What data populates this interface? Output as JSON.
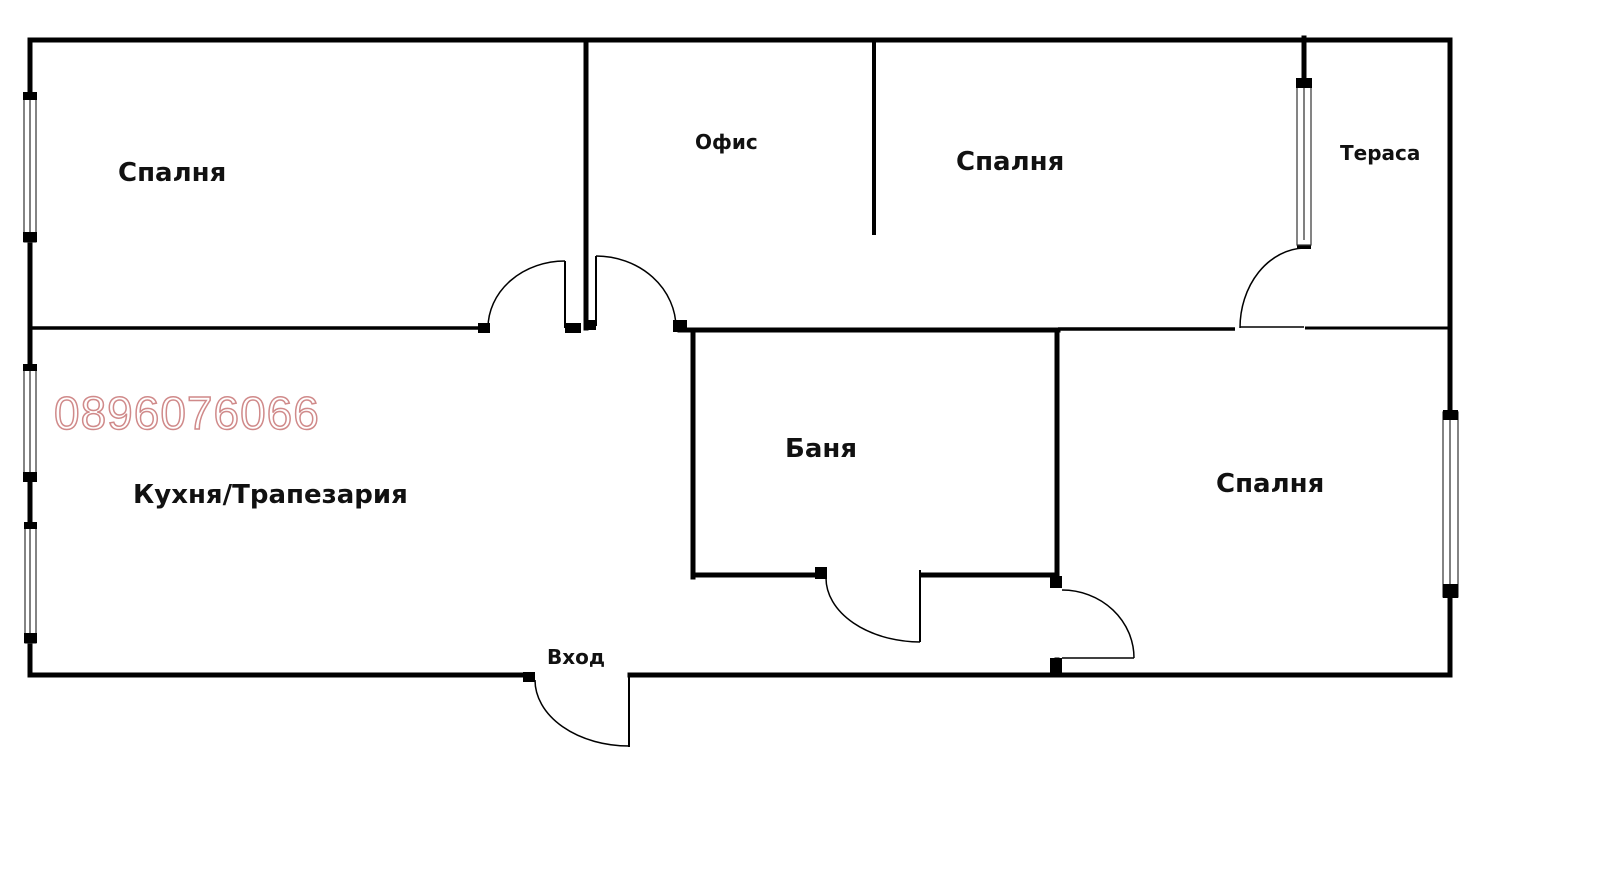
{
  "floor_plan": {
    "rooms": [
      {
        "id": "bedroom-1",
        "label": "Спалня"
      },
      {
        "id": "office",
        "label": "Офис"
      },
      {
        "id": "bedroom-2",
        "label": "Спалня"
      },
      {
        "id": "terrace",
        "label": "Тераса"
      },
      {
        "id": "kitchen-dining",
        "label": "Кухня/Трапезария"
      },
      {
        "id": "bathroom",
        "label": "Баня"
      },
      {
        "id": "bedroom-3",
        "label": "Спалня"
      }
    ],
    "entrance_label": "Вход",
    "watermark_phone": "0896076066",
    "colors": {
      "wall": "#000000",
      "background": "#ffffff",
      "watermark": "#d08a8a"
    }
  }
}
